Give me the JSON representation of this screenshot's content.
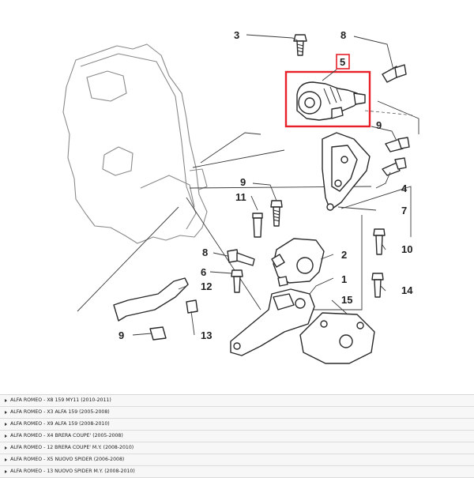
{
  "diagram": {
    "callouts": [
      "1",
      "2",
      "3",
      "4",
      "5",
      "6",
      "7",
      "8",
      "8",
      "9",
      "9",
      "9",
      "10",
      "11",
      "12",
      "13",
      "14",
      "15"
    ],
    "highlight_color": "#e8202a",
    "line_color": "#2a2a2a"
  },
  "models": [
    "ALFA ROMEO - X8 159 MY11 (2010-2011)",
    "ALFA ROMEO - X3 ALFA 159 (2005-2008)",
    "ALFA ROMEO - X9 ALFA 159 (2008-2010)",
    "ALFA ROMEO - X4 BRERA COUPE' (2005-2008)",
    "ALFA ROMEO - 12 BRERA COUPE' M.Y. (2008-2010)",
    "ALFA ROMEO - X5 NUOVO SPIDER (2006-2008)",
    "ALFA ROMEO - 13 NUOVO SPIDER M.Y. (2008-2010)"
  ],
  "model_icon": "triangle-right-icon"
}
